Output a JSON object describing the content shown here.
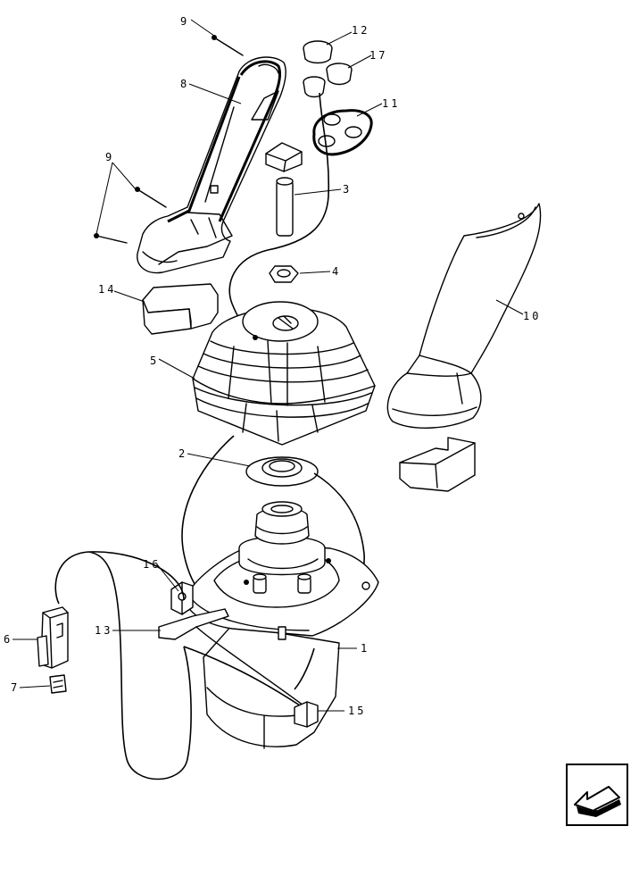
{
  "callouts": {
    "c1": "1",
    "c2": "2",
    "c3": "3",
    "c4": "4",
    "c5": "5",
    "c6": "6",
    "c7": "7",
    "c8": "8",
    "c9a": "9",
    "c9b": "9",
    "c10": "10",
    "c11": "11",
    "c12": "12",
    "c13": "13",
    "c14": "14",
    "c15": "15",
    "c16": "16",
    "c17": "17"
  },
  "nav": {
    "icon": "previous-page-arrow-icon"
  }
}
